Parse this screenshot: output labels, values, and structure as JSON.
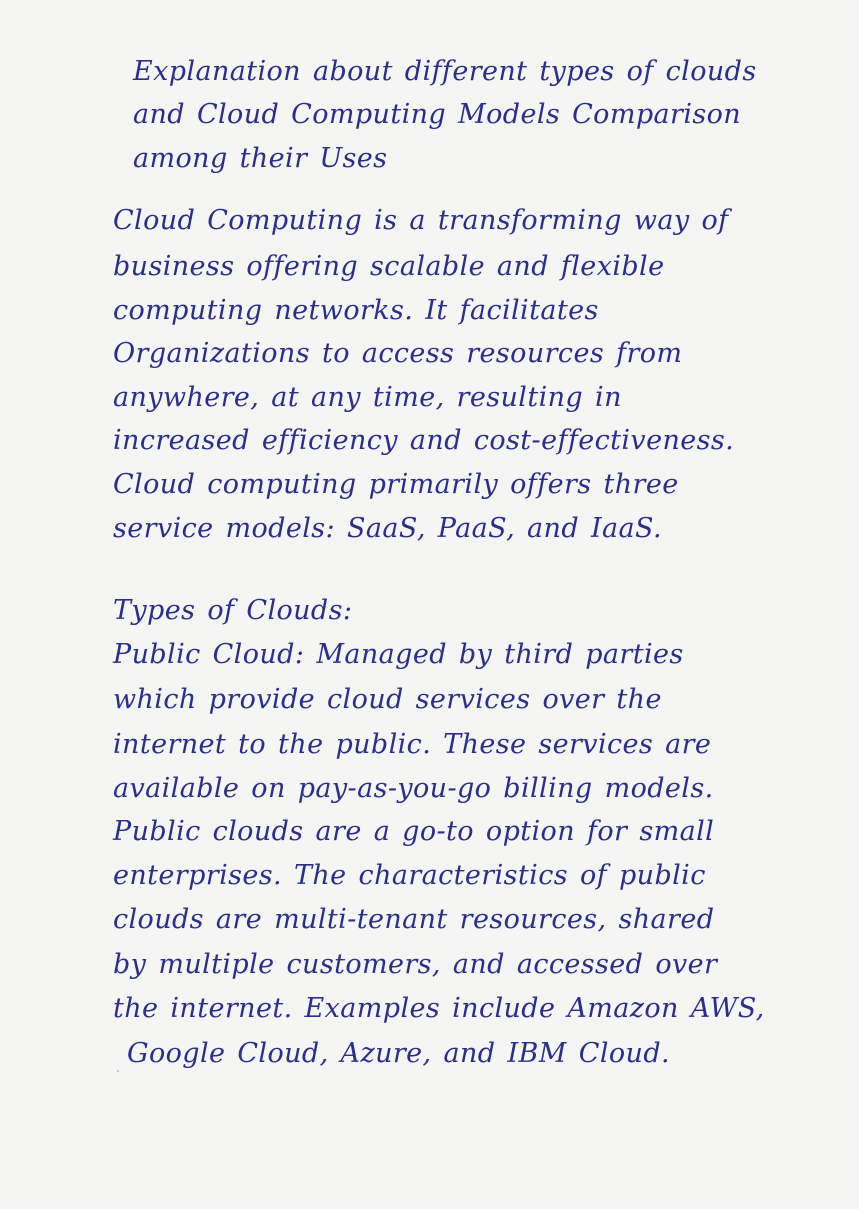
{
  "title": {
    "lines": [
      "Explanation about different types of clouds",
      "and Cloud Computing Models Comparison",
      "among their Uses"
    ]
  },
  "intro": {
    "lines": [
      "Cloud Computing is a transforming way of",
      "business offering scalable and flexible",
      "computing networks. It facilitates",
      "Organizations to access resources from",
      "anywhere, at any time, resulting in",
      "increased efficiency and cost-effectiveness.",
      "Cloud computing primarily offers three",
      "service models: SaaS, PaaS, and IaaS."
    ]
  },
  "types": {
    "heading": "Types of Clouds:",
    "lines": [
      "Public Cloud: Managed by third parties",
      "which provide cloud services over the",
      "internet to the public. These services are",
      "available on pay-as-you-go billing models.",
      "Public clouds are a go-to option for small",
      "enterprises. The characteristics of public",
      "clouds are multi-tenant resources, shared",
      "by multiple customers, and accessed over",
      "the internet. Examples include Amazon AWS,",
      "Google Cloud, Azure, and IBM Cloud."
    ]
  }
}
